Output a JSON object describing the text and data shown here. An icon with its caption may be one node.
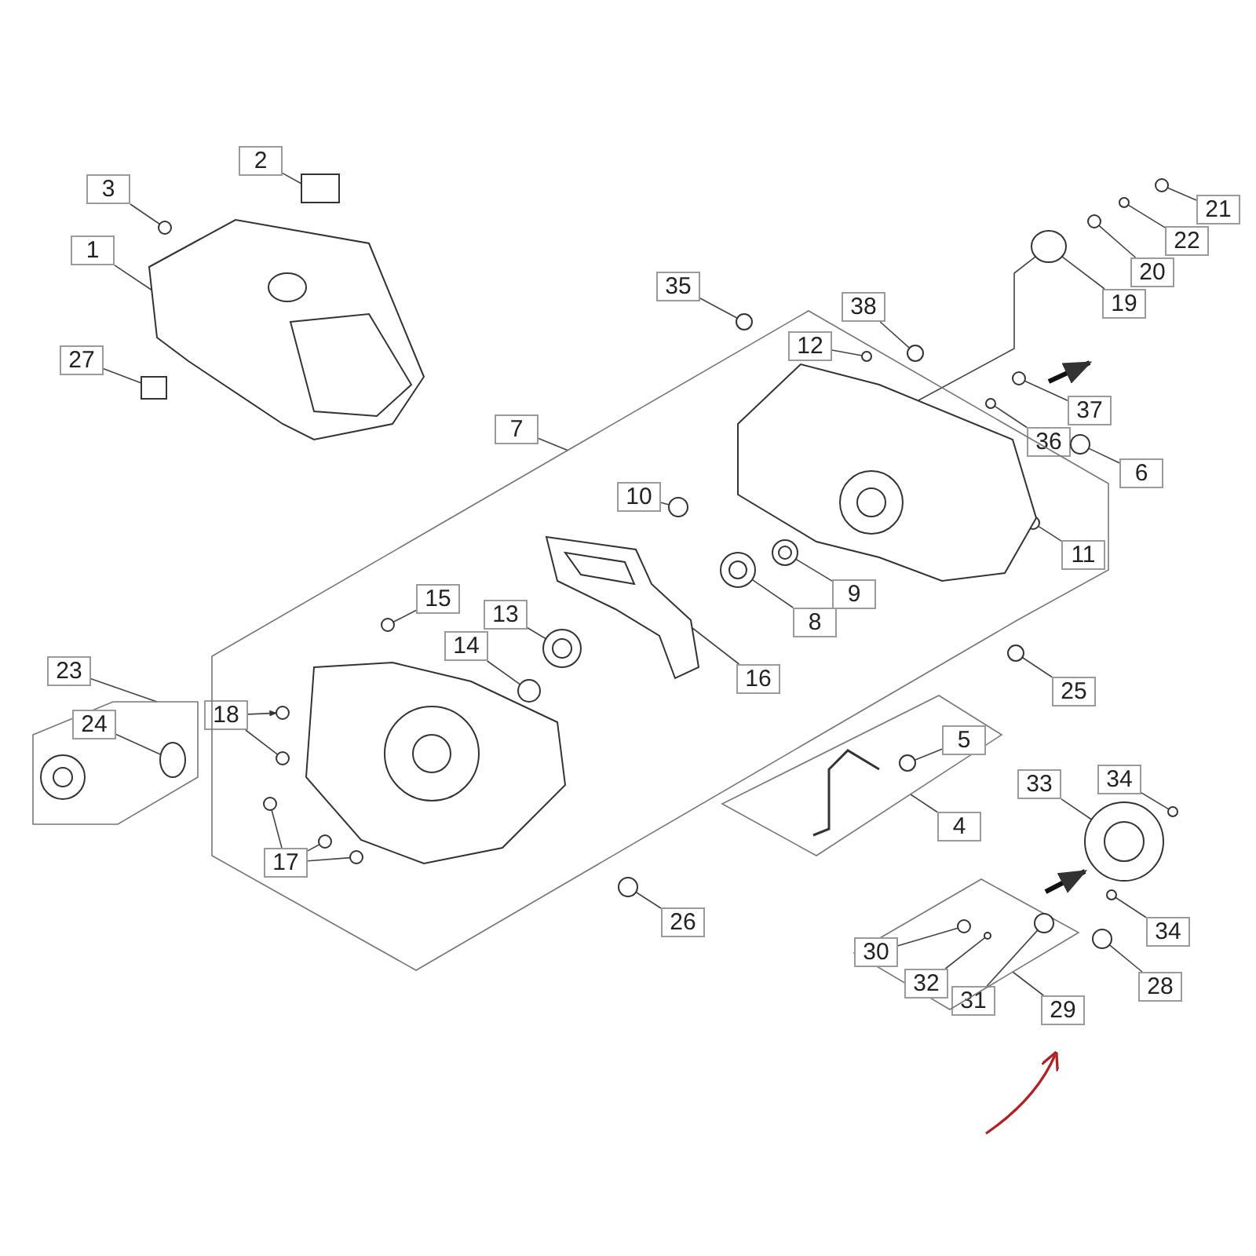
{
  "diagram": {
    "nodes": [
      {
        "text": [
          "2"
        ]
      },
      {
        "text": [
          "3"
        ]
      },
      {
        "text": [
          "21"
        ]
      },
      {
        "text": [
          "22"
        ]
      },
      {
        "text": [
          "1"
        ]
      },
      {
        "text": [
          "20"
        ]
      },
      {
        "text": [
          "19"
        ]
      },
      {
        "text": [
          "35"
        ]
      },
      {
        "text": [
          "38"
        ]
      },
      {
        "text": [
          "12"
        ],
        "in": 51
      },
      {
        "text": [
          "27"
        ]
      },
      {
        "text": [
          "37"
        ]
      },
      {
        "text": [
          "7"
        ]
      },
      {
        "text": [
          "36"
        ]
      },
      {
        "text": [
          "6"
        ]
      },
      {
        "text": [
          "10"
        ],
        "in": 51
      },
      {
        "text": [
          "11"
        ],
        "in": 51
      },
      {
        "text": [
          "9"
        ],
        "in": 51
      },
      {
        "text": [
          "15"
        ],
        "in": 51
      },
      {
        "text": [
          "8"
        ],
        "in": 51
      },
      {
        "text": [
          "13"
        ],
        "in": 51
      },
      {
        "text": [
          "14"
        ],
        "in": 51
      },
      {
        "text": [
          "23"
        ]
      },
      {
        "text": [
          "16"
        ],
        "in": 51
      },
      {
        "text": [
          "25"
        ]
      },
      {
        "text": [
          "24"
        ],
        "in": 61
      },
      {
        "text": [
          "18"
        ]
      },
      {
        "text": [
          "5"
        ],
        "in": 70
      },
      {
        "text": [
          "33"
        ]
      },
      {
        "text": [
          "34"
        ]
      },
      {
        "text": [
          "4"
        ]
      },
      {
        "text": [
          "17"
        ],
        "in": 51
      },
      {
        "text": [
          "26"
        ]
      },
      {
        "text": [
          "34"
        ]
      },
      {
        "text": [
          "30"
        ],
        "in": 80
      },
      {
        "text": [
          "32"
        ],
        "in": 80
      },
      {
        "text": [
          "31"
        ]
      },
      {
        "text": [
          "28"
        ]
      },
      {
        "text": [
          "29"
        ]
      },
      {
        "text": [],
        "shape": "box"
      },
      {
        "text": [],
        "shape": "circle"
      },
      {
        "text": [],
        "shape": "circle"
      },
      {
        "text": [],
        "shape": "circle"
      },
      {
        "text": [],
        "shape": "picture"
      },
      {
        "text": [],
        "shape": "circle"
      },
      {
        "text": [],
        "shape": "circle"
      },
      {
        "text": [],
        "shape": "circle"
      },
      {
        "text": [],
        "shape": "circle"
      },
      {
        "text": [],
        "shape": "circle",
        "in": 51
      },
      {
        "text": [],
        "shape": "box"
      },
      {
        "text": [],
        "shape": "circle"
      },
      {
        "text": [],
        "shape": "box"
      },
      {
        "text": [],
        "shape": "circle"
      },
      {
        "text": [],
        "shape": "circle"
      },
      {
        "text": [],
        "shape": "circle",
        "in": 51
      },
      {
        "text": [],
        "shape": "circle",
        "in": 51
      },
      {
        "text": [],
        "shape": "circle",
        "in": 51
      },
      {
        "text": [],
        "shape": "circle",
        "in": 51
      },
      {
        "text": [],
        "shape": "circle",
        "in": 51
      },
      {
        "text": [],
        "shape": "circle",
        "in": 51
      },
      {
        "text": [],
        "shape": "circle",
        "in": 51
      },
      {
        "text": [],
        "shape": "box"
      },
      {
        "text": [],
        "shape": "picture",
        "in": 51
      },
      {
        "text": [],
        "shape": "circle"
      },
      {
        "text": [],
        "shape": "circle",
        "in": 61
      },
      {
        "text": [],
        "shape": "circle",
        "in": 51
      },
      {
        "text": [],
        "shape": "circle",
        "in": 51
      },
      {
        "text": [],
        "shape": "circle",
        "in": 70
      },
      {
        "text": [],
        "shape": "circle"
      },
      {
        "text": [],
        "shape": "circle"
      },
      {
        "text": [],
        "shape": "box"
      },
      {
        "text": [],
        "shape": "circle",
        "in": 51
      },
      {
        "text": [],
        "shape": "circle",
        "in": 51
      },
      {
        "text": [],
        "shape": "circle",
        "in": 51
      },
      {
        "text": [],
        "shape": "circle"
      },
      {
        "text": [],
        "shape": "circle"
      },
      {
        "text": [],
        "shape": "circle",
        "in": 80
      },
      {
        "text": [],
        "shape": "circle",
        "in": 80
      },
      {
        "text": [],
        "shape": "circle",
        "in": 80
      },
      {
        "text": [],
        "shape": "circle"
      },
      {
        "text": [],
        "shape": "box"
      },
      {
        "text": [],
        "shape": "picture",
        "in": 51
      },
      {
        "text": [],
        "shape": "picture",
        "in": 51
      }
    ],
    "edges": [
      {
        "from": 0,
        "to": 39,
        "arrow": "none"
      },
      {
        "from": 1,
        "to": 40,
        "arrow": "none"
      },
      {
        "from": 2,
        "to": 41,
        "arrow": "none"
      },
      {
        "from": 3,
        "to": 42,
        "arrow": "none"
      },
      {
        "from": 4,
        "to": 43,
        "arrow": "none"
      },
      {
        "from": 5,
        "to": 44,
        "arrow": "none"
      },
      {
        "from": 6,
        "to": 45,
        "arrow": "none"
      },
      {
        "from": 7,
        "to": 46,
        "arrow": "none"
      },
      {
        "from": 8,
        "to": 47,
        "arrow": "none"
      },
      {
        "from": 9,
        "to": 48,
        "arrow": "none"
      },
      {
        "from": 10,
        "to": 49,
        "arrow": "none"
      },
      {
        "from": 11,
        "to": 50,
        "arrow": "none"
      },
      {
        "from": 12,
        "to": 51,
        "arrow": "none"
      },
      {
        "from": 13,
        "to": 52,
        "arrow": "none"
      },
      {
        "from": 14,
        "to": 53,
        "arrow": "none"
      },
      {
        "from": 15,
        "to": 54,
        "arrow": "none"
      },
      {
        "from": 16,
        "to": 55,
        "arrow": "none"
      },
      {
        "from": 17,
        "to": 56,
        "arrow": "none"
      },
      {
        "from": 18,
        "to": 57,
        "arrow": "none"
      },
      {
        "from": 19,
        "to": 58,
        "arrow": "none"
      },
      {
        "from": 20,
        "to": 59,
        "arrow": "none"
      },
      {
        "from": 21,
        "to": 60,
        "arrow": "none"
      },
      {
        "from": 22,
        "to": 61,
        "arrow": "none"
      },
      {
        "from": 23,
        "to": 62,
        "arrow": "none"
      },
      {
        "from": 24,
        "to": 63,
        "arrow": "none"
      },
      {
        "from": 25,
        "to": 64,
        "arrow": "none"
      },
      {
        "from": 26,
        "to": 65,
        "arrow": "to"
      },
      {
        "from": 26,
        "to": 66,
        "arrow": "none"
      },
      {
        "from": 27,
        "to": 67,
        "arrow": "none"
      },
      {
        "from": 28,
        "to": 68,
        "arrow": "none"
      },
      {
        "from": 29,
        "to": 69,
        "arrow": "none"
      },
      {
        "from": 30,
        "to": 70,
        "arrow": "none"
      },
      {
        "from": 31,
        "to": 71,
        "arrow": "none"
      },
      {
        "from": 31,
        "to": 72,
        "arrow": "none"
      },
      {
        "from": 31,
        "to": 73,
        "arrow": "none"
      },
      {
        "from": 32,
        "to": 74,
        "arrow": "none"
      },
      {
        "from": 33,
        "to": 75,
        "arrow": "none"
      },
      {
        "from": 34,
        "to": 76,
        "arrow": "none"
      },
      {
        "from": 35,
        "to": 77,
        "arrow": "none"
      },
      {
        "from": 36,
        "to": 78,
        "arrow": "none"
      },
      {
        "from": 37,
        "to": 79,
        "arrow": "none"
      },
      {
        "from": 38,
        "to": 80,
        "arrow": "none"
      },
      {
        "from": 45,
        "to": 81,
        "arrow": "none"
      }
    ]
  }
}
